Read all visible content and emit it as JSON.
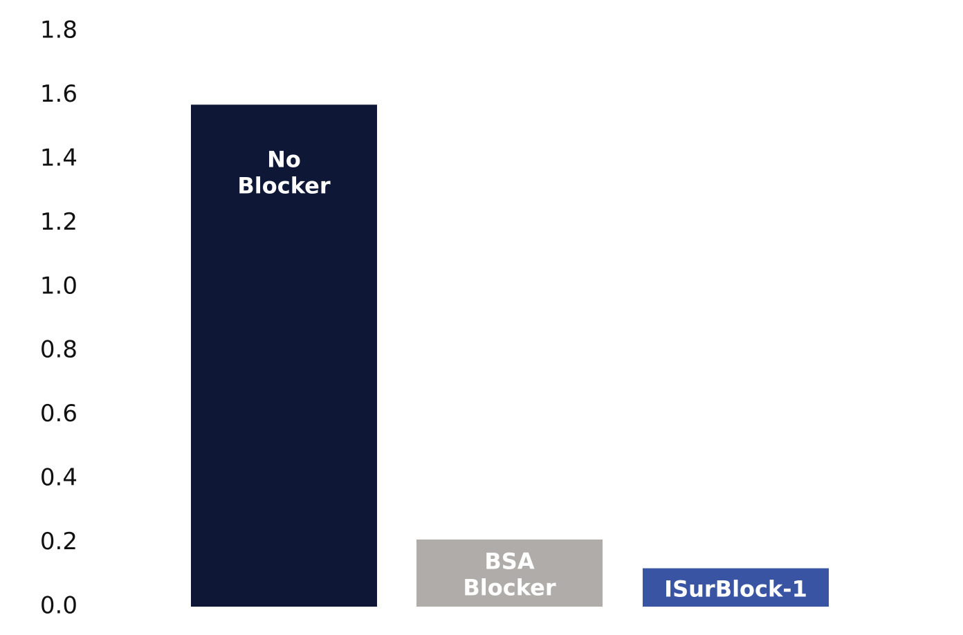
{
  "chart_data": {
    "type": "bar",
    "categories": [
      "No Blocker",
      "BSA Blocker",
      "ISurBlock-1"
    ],
    "bar_labels": [
      [
        "No",
        "Blocker"
      ],
      [
        "BSA",
        "Blocker"
      ],
      [
        "ISurBlock-1"
      ]
    ],
    "values": [
      1.57,
      0.21,
      0.12
    ],
    "colors": [
      "#0e1836",
      "#b0aca9",
      "#3a54a4"
    ],
    "ylim": [
      0,
      1.8
    ],
    "yticks": [
      "0.0",
      "0.2",
      "0.4",
      "0.6",
      "0.8",
      "1.0",
      "1.2",
      "1.4",
      "1.6",
      "1.8"
    ],
    "grid": false,
    "legend": "none"
  }
}
